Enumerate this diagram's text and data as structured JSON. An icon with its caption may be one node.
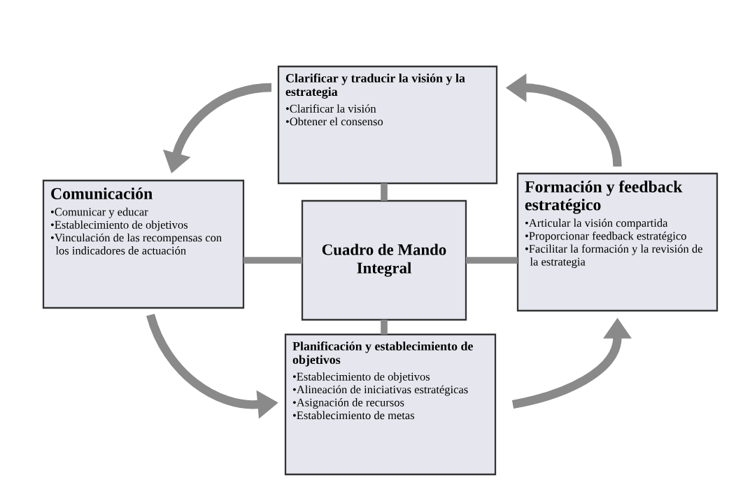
{
  "diagram": {
    "nodes": [
      {
        "text": [
          "Clarificar y traducir la visión y la estrategia",
          "•Clarificar la visión",
          "•Obtener el consenso"
        ]
      },
      {
        "text": [
          "Comunicación",
          "•Comunicar y educar",
          "•Establecimiento de objetivos",
          "•Vinculación de las recompensas con los indicadores de actuación"
        ]
      },
      {
        "text": [
          "Cuadro de Mando Integral"
        ]
      },
      {
        "text": [
          "Formación y feedback estratégico",
          "•Articular la visión compartida",
          "•Proporcionar feedback estratégico",
          "•Facilitar la formación y la revisión de la estrategia"
        ]
      },
      {
        "text": [
          "Planificación y establecimiento de objetivos",
          "•Establecimiento de objetivos",
          "•Alineación de iniciativas estratégicas",
          "•Asignación de recursos",
          "•Establecimiento de metas"
        ]
      }
    ],
    "edges": [
      {
        "from": 2,
        "to": 0,
        "arrow": "none"
      },
      {
        "from": 2,
        "to": 1,
        "arrow": "none"
      },
      {
        "from": 2,
        "to": 3,
        "arrow": "none"
      },
      {
        "from": 2,
        "to": 4,
        "arrow": "none"
      },
      {
        "from": 0,
        "to": 1,
        "arrow": "to"
      },
      {
        "from": 1,
        "to": 4,
        "arrow": "to"
      },
      {
        "from": 4,
        "to": 3,
        "arrow": "to"
      },
      {
        "from": 3,
        "to": 0,
        "arrow": "to"
      }
    ]
  }
}
